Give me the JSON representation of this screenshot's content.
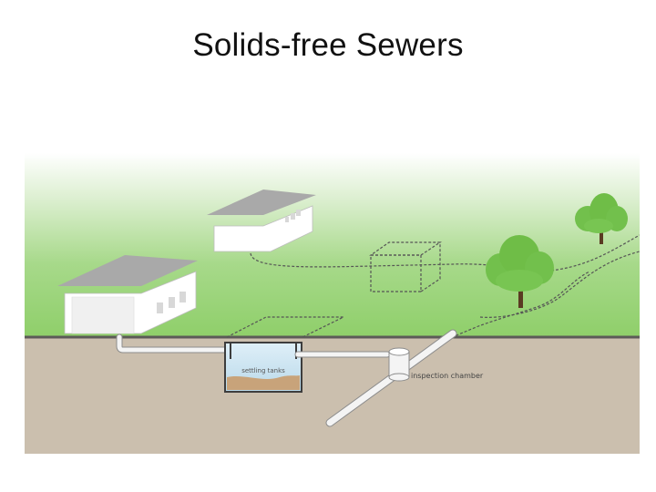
{
  "slide": {
    "title": "Solids-free Sewers"
  },
  "diagram": {
    "labels": {
      "settling_tanks": "settling tanks",
      "inspection_chamber": "inspection chamber"
    },
    "colors": {
      "sky_top": "#ffffff",
      "grass": "#8fcf6a",
      "ground": "#cbbfae",
      "ground_line": "#5c5a58",
      "roof": "#a9a9a9",
      "wall": "#ffffff",
      "tree": "#72c04c",
      "trunk": "#5a3a22",
      "pipe": "#f4f4f4",
      "water": "#c9e3f2",
      "sludge": "#c8a37a",
      "dashed": "#555555"
    }
  }
}
